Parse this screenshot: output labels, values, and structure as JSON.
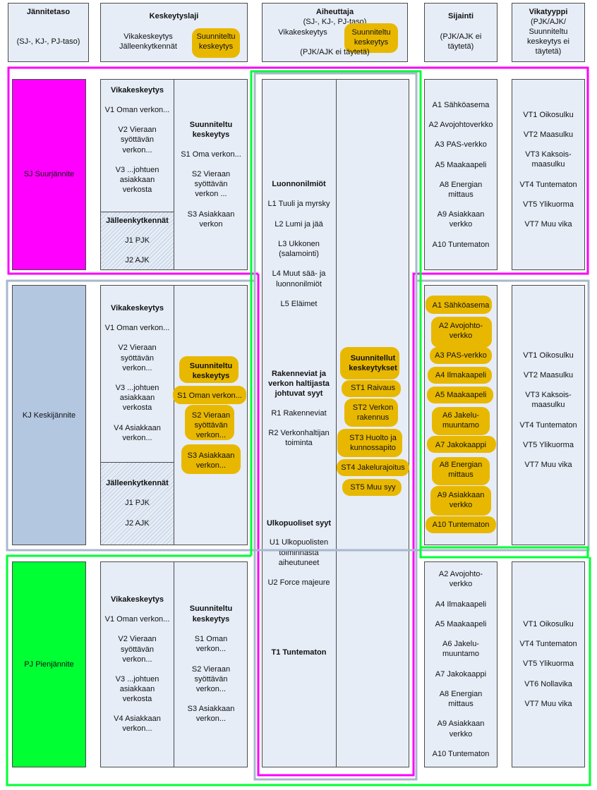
{
  "header": {
    "jannitetaso": {
      "title": "Jännitetaso",
      "sub": "(SJ-, KJ-, PJ-taso)"
    },
    "keskeytyslaji": {
      "title": "Keskeytyslaji",
      "line1": "Vikakeskeytys",
      "line2": "Jälleenkytkennät",
      "hl1": "Suunniteltu",
      "hl2": "keskeytys"
    },
    "aiheuttaja": {
      "title": "Aiheuttaja",
      "sub": "(SJ-, KJ-, PJ-taso)",
      "left": "Vikakeskeytys",
      "hl1": "Suunniteltu",
      "hl2": "keskeytys",
      "note": "(PJK/AJK ei täytetä)"
    },
    "sijainti": {
      "title": "Sijainti",
      "sub1": "(PJK/AJK ei",
      "sub2": "täytetä)"
    },
    "vikatyyppi": {
      "title": "Vikatyyppi",
      "l1": "(PJK/AJK/",
      "l2": "Suunniteltu",
      "l3": "keskeytys ei",
      "l4": "täytetä)"
    }
  },
  "levels": {
    "sj": "SJ Suurjännite",
    "kj": "KJ Keskijännite",
    "pj": "PJ Pienjännite"
  },
  "colors": {
    "sj": "#ff00ff",
    "kj": "#b4c7e1",
    "pj": "#00ff33",
    "frame_kj": "#a8b8cc",
    "highlight": "#e8b800",
    "box": "#e6edf7"
  },
  "sj": {
    "vika_title": "Vikakeskeytys",
    "vika": [
      "V1 Oman verkon...",
      "V2 Vieraan",
      "syöttävän",
      "verkon...",
      "V3 ...johtuen",
      "asiakkaan",
      "verkosta"
    ],
    "jk_title": "Jälleenkytkennät",
    "jk": [
      "J1 PJK",
      "J2 AJK"
    ],
    "suun_title1": "Suunniteltu",
    "suun_title2": "keskeytys",
    "suun": [
      "S1 Oma verkon...",
      "S2 Vieraan",
      "syöttävän",
      "verkon ...",
      "S3 Asiakkaan",
      "verkon"
    ],
    "sijainti": [
      "A1 Sähköasema",
      "A2 Avojohtoverkko",
      "A3 PAS-verkko",
      "A5 Maakaapeli",
      "A8 Energian",
      "mittaus",
      "A9 Asiakkaan",
      "verkko",
      "A10 Tuntematon"
    ],
    "vikatyyppi": [
      "VT1 Oikosulku",
      "VT2 Maasulku",
      "VT3 Kaksois-",
      "maasulku",
      "VT4 Tuntematon",
      "VT5 Ylikuorma",
      "VT7 Muu vika"
    ]
  },
  "kj": {
    "vika_title": "Vikakeskeytys",
    "vika": [
      "V1 Oman verkon...",
      "V2 Vieraan",
      "syöttävän",
      "verkon...",
      "V3 ...johtuen",
      "asiakkaan",
      "verkosta",
      "V4 Asiakkaan",
      "verkon..."
    ],
    "jk_title": "Jälleenkytkennät",
    "jk": [
      "J1 PJK",
      "J2 AJK"
    ],
    "suun": [
      "Suunniteltu",
      "keskeytys",
      "S1 Oman verkon...",
      "S2 Vieraan",
      "syöttävän",
      "verkon...",
      "S3 Asiakkaan",
      "verkon..."
    ],
    "sijainti": [
      "A1 Sähköasema",
      "A2 Avojohto-",
      "verkko",
      "A3 PAS-verkko",
      "A4 Ilmakaapeli",
      "A5 Maakaapeli",
      "A6 Jakelu-",
      "muuntamo",
      "A7 Jakokaappi",
      "A8 Energian",
      "mittaus",
      "A9 Asiakkaan",
      "verkko",
      "A10 Tuntematon"
    ],
    "vikatyyppi": [
      "VT1 Oikosulku",
      "VT2 Maasulku",
      "VT3 Kaksois-",
      "maasulku",
      "VT4 Tuntematon",
      "VT5 Ylikuorma",
      "VT7 Muu vika"
    ]
  },
  "pj": {
    "vika_title": "Vikakeskeytys",
    "vika": [
      "V1 Oman verkon...",
      "V2 Vieraan",
      "syöttävän",
      "verkon...",
      "V3 ...johtuen",
      "asiakkaan",
      "verkosta",
      "V4 Asiakkaan",
      "verkon..."
    ],
    "suun_title1": "Suunniteltu",
    "suun_title2": "keskeytys",
    "suun": [
      "S1 Oman",
      "verkon...",
      "S2 Vieraan",
      "syöttävän",
      "verkon...",
      "S3 Asiakkaan",
      "verkon..."
    ],
    "sijainti": [
      "A2 Avojohto-",
      "verkko",
      "A4 Ilmakaapeli",
      "A5 Maakaapeli",
      "A6 Jakelu-",
      "muuntamo",
      "A7 Jakokaappi",
      "A8 Energian",
      "mittaus",
      "A9 Asiakkaan",
      "verkko",
      "A10 Tuntematon"
    ],
    "vikatyyppi": [
      "VT1 Oikosulku",
      "VT4 Tuntematon",
      "VT5 Ylikuorma",
      "VT6 Nollavika",
      "VT7 Muu vika"
    ]
  },
  "aiheuttaja": {
    "luonto_title": "Luonnonilmiöt",
    "luonto": [
      "L1 Tuuli ja myrsky",
      "L2 Lumi ja jää",
      "L3 Ukkonen",
      "(salamointi)",
      "L4 Muut sää- ja",
      "luonnonilmiöt",
      "L5 Eläimet"
    ],
    "rak_title": [
      "Rakenneviat ja",
      "verkon haltijasta",
      "johtuvat syyt"
    ],
    "rak": [
      "R1 Rakenneviat",
      "R2 Verkonhaltijan",
      "toiminta"
    ],
    "ulko_title": "Ulkopuoliset syyt",
    "ulko": [
      "U1 Ulkopuolisten",
      "toiminnasta",
      "aiheutuneet",
      "U2 Force majeure"
    ],
    "tuntematon": "T1 Tuntematon",
    "suun_title": [
      "Suunnitellut",
      "keskeytykset"
    ],
    "suun": [
      "ST1 Raivaus",
      "ST2 Verkon",
      "rakennus",
      "ST3 Huolto ja",
      "kunnossapito",
      "ST4 Jakelurajoitus",
      "ST5 Muu syy"
    ]
  }
}
